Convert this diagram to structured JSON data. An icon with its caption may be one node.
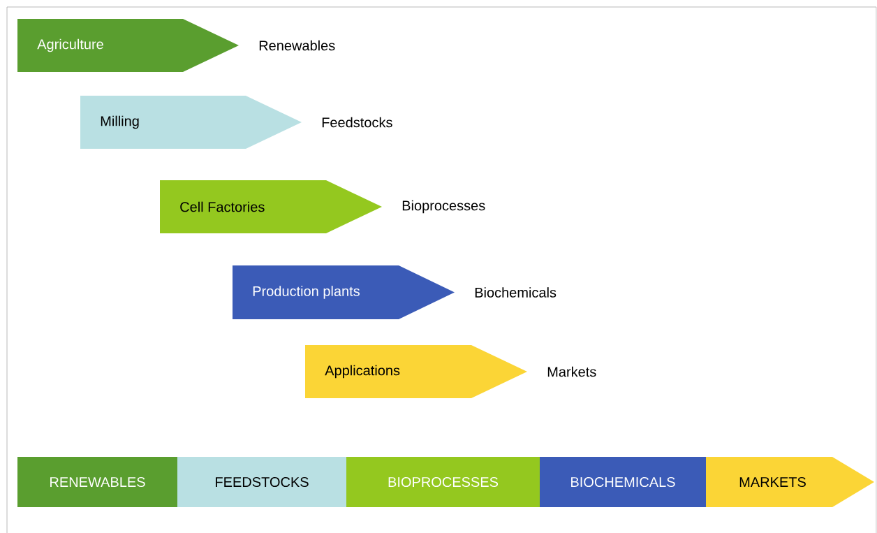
{
  "diagram": {
    "nodes": [
      {
        "text": [
          "Agriculture"
        ],
        "beside": [
          "Renewables"
        ]
      },
      {
        "text": [
          "Milling"
        ],
        "beside": [
          "Feedstocks"
        ]
      },
      {
        "text": [
          "Cell Factories"
        ],
        "beside": [
          "Bioprocesses"
        ]
      },
      {
        "text": [
          "Production plants"
        ],
        "beside": [
          "Biochemicals"
        ]
      },
      {
        "text": [
          "Applications"
        ],
        "beside": [
          "Markets"
        ]
      },
      {
        "text": [
          "RENEWABLES"
        ]
      },
      {
        "text": [
          "FEEDSTOCKS"
        ]
      },
      {
        "text": [
          "BIOPROCESSES"
        ]
      },
      {
        "text": [
          "BIOCHEMICALS"
        ]
      },
      {
        "text": [
          "MARKETS"
        ]
      }
    ],
    "edges": []
  }
}
